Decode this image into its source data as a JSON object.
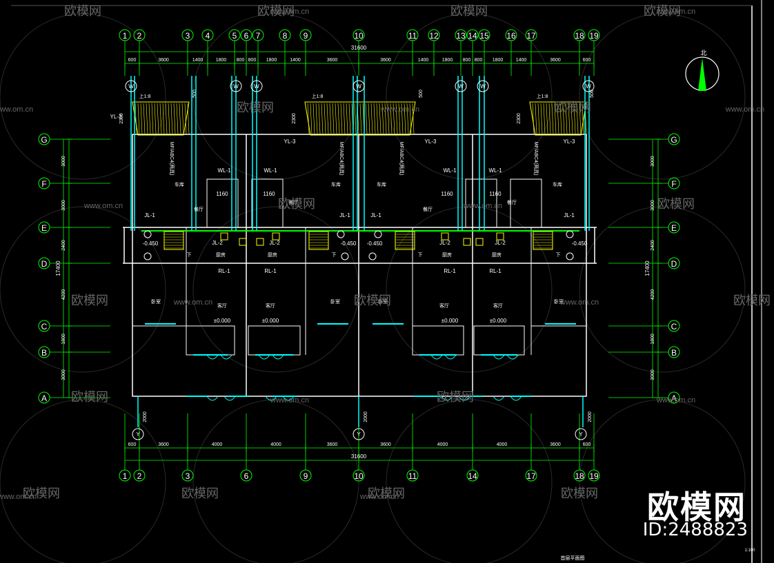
{
  "drawing": {
    "total_width_label": "31600",
    "total_depth_label": "17400",
    "top_spans": [
      "600",
      "3600",
      "1400",
      "1800",
      "800",
      "800",
      "1800",
      "1400",
      "3600",
      "3600",
      "1400",
      "1800",
      "800",
      "800",
      "1800",
      "1400",
      "3600",
      "600"
    ],
    "bottom_spans": [
      "600",
      "3600",
      "4000",
      "4000",
      "3600",
      "3600",
      "4000",
      "4000",
      "3600",
      "600"
    ],
    "top_axes": [
      "1",
      "2",
      "3",
      "4",
      "5",
      "6",
      "7",
      "8",
      "9",
      "10",
      "11",
      "12",
      "13",
      "14",
      "15",
      "16",
      "17",
      "18",
      "19"
    ],
    "bottom_axes": [
      "1",
      "2",
      "3",
      "6",
      "9",
      "10",
      "11",
      "14",
      "17",
      "18",
      "19"
    ],
    "row_axes": [
      "G",
      "F",
      "E",
      "D",
      "C",
      "B",
      "A"
    ],
    "row_spans_left": [
      "3000",
      "3000",
      "2400",
      "4200",
      "1800",
      "3000"
    ],
    "row_spans_right": [
      "3000",
      "3000",
      "2400",
      "4200",
      "1800",
      "3000"
    ],
    "north_label": "北",
    "pipe_tags": [
      "YL-3",
      "WL-1",
      "JL-1",
      "JL-2",
      "RL-1"
    ],
    "level_labels": [
      "±0.000",
      "-0.450"
    ],
    "room_labels": [
      "车库",
      "餐厅",
      "厨房",
      "客厅",
      "卧室"
    ],
    "dim_1160": "1160",
    "dim_2300": "2300",
    "dim_500": "500",
    "dim_2000": "2000",
    "slope": "上1:8",
    "gas_label": "MF/ABC4(两具)",
    "stair_label": "下",
    "title_label": "首层平面图",
    "sheet_label": "1:100"
  },
  "watermark": {
    "brand": "欧模网",
    "url": "www.om.cn",
    "id": "ID:2488823"
  },
  "colors": {
    "background": "#000000",
    "wall": "#ffffff",
    "axis": "#00ff00",
    "glass": "#00ffff",
    "ramp": "#ffff00",
    "pipe": "#00ff00"
  }
}
